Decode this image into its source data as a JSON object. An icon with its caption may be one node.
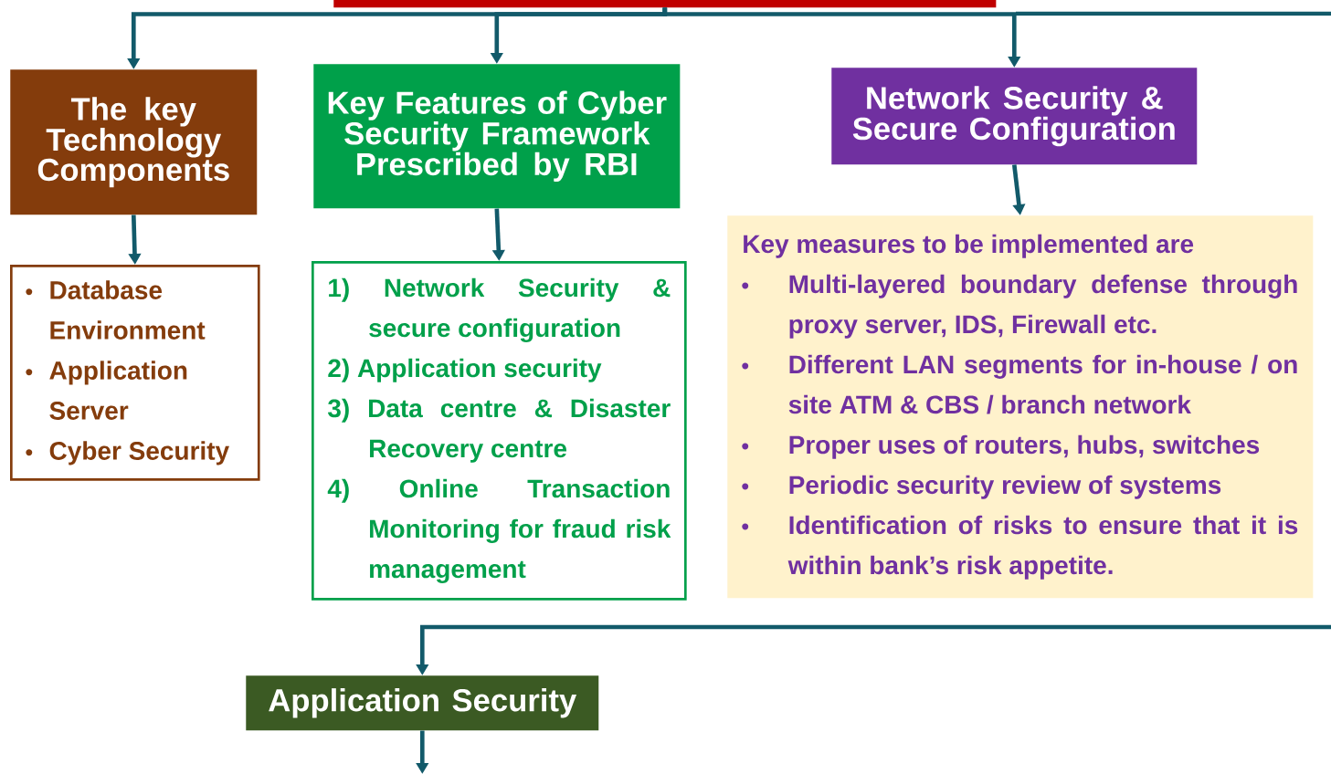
{
  "diagram": {
    "nodes": [
      {
        "text": [],
        "shape": "box"
      },
      {
        "text": [
          "The key Technology Components"
        ]
      },
      {
        "text": [
          "Database Environment",
          "Application Server",
          "Cyber Security"
        ]
      },
      {
        "text": [
          "Key Features of Cyber Security Framework Prescribed by RBI"
        ]
      },
      {
        "text": [
          "1) Network Security & secure configuration",
          "2) Application security",
          "3) Data centre & Disaster Recovery centre",
          "4) Online Transaction Monitoring for fraud risk management"
        ]
      },
      {
        "text": [
          "Network Security & Secure Configuration"
        ]
      },
      {
        "text": [
          "Key measures to be implemented are",
          "Multi-layered boundary defense through proxy server, IDS, Firewall etc.",
          "Different LAN segments for in-house / on site ATM & CBS / branch network",
          "Proper uses of routers, hubs, switches",
          "Periodic security review of systems",
          "Identification of risks to ensure that it is within bank’s risk appetite."
        ]
      },
      {
        "text": [
          "Application Security"
        ]
      }
    ],
    "edges": [
      {
        "from": 0,
        "to": 1,
        "arrow": "to"
      },
      {
        "from": 0,
        "to": 3,
        "arrow": "to"
      },
      {
        "from": 0,
        "to": 5,
        "arrow": "to"
      },
      {
        "from": 1,
        "to": 2,
        "arrow": "to"
      },
      {
        "from": 3,
        "to": 4,
        "arrow": "to"
      },
      {
        "from": 5,
        "to": 6,
        "arrow": "to"
      },
      {
        "from": null,
        "to": 7,
        "arrow": "to"
      },
      {
        "from": 7,
        "to": null,
        "arrow": "to"
      }
    ]
  }
}
